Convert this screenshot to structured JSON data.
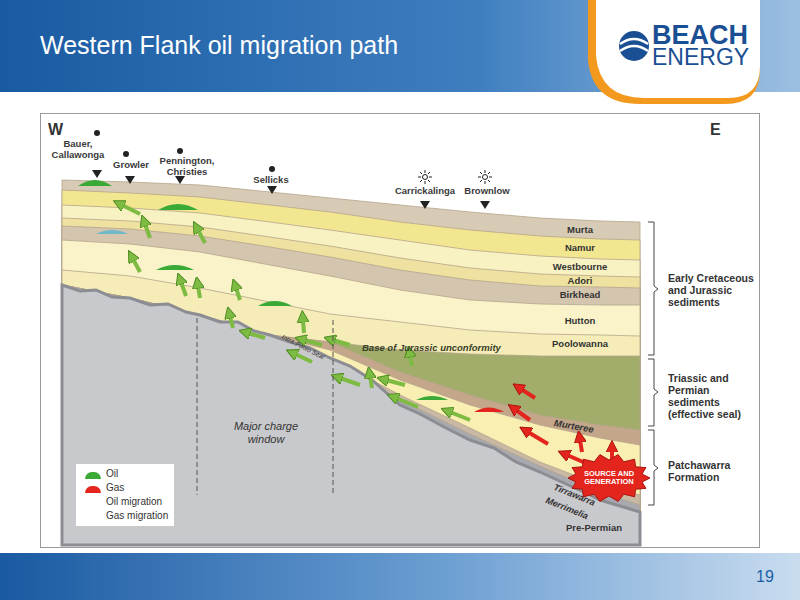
{
  "diagram": {
    "title": "Western Flank oil migration path",
    "nodes": [
      {
        "text": [
          "SOURCE AND GENERATION"
        ]
      }
    ],
    "labels": [
      "W",
      "E",
      "Bauer, Callawonga",
      "Growler",
      "Pennington, Christies",
      "Sellicks",
      "Carrickalinga",
      "Brownlow",
      "Murta",
      "Namur",
      "Westbourne",
      "Adori",
      "Birkhead",
      "Hutton",
      "Poolowanna",
      "Early Cretaceous and Jurassic sediments",
      "Base of Jurassic unconformity",
      "Intra-Poolo Seal",
      "Triassic and Permian sediments (effective seal)",
      "Murteree",
      "Major charge window",
      "Patchawarra Formation",
      "Tirrawarra",
      "Merrimelia",
      "Pre-Permian",
      "BEACH",
      "ENERGY",
      "19"
    ],
    "legend": [
      {
        "text": "Oil",
        "color": "#3aa935"
      },
      {
        "text": "Gas",
        "color": "#e3251d"
      },
      {
        "text": "Oil migration"
      },
      {
        "text": "Gas migration"
      }
    ]
  }
}
